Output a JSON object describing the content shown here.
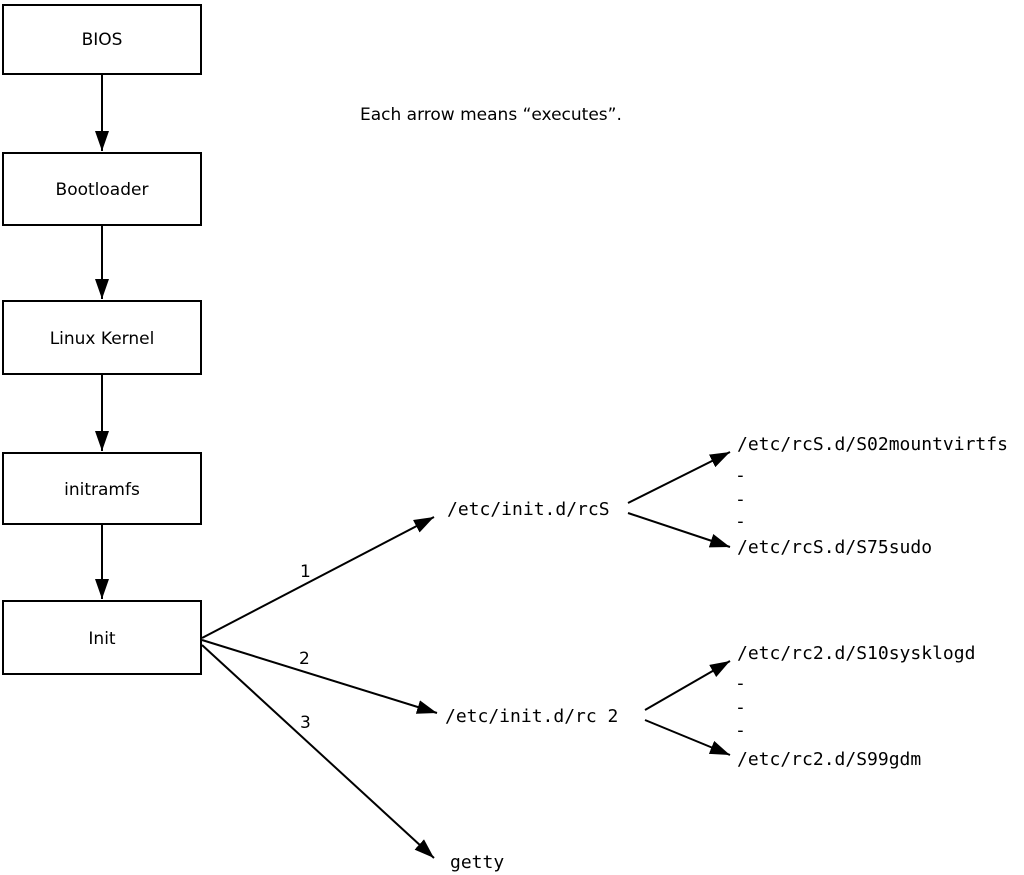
{
  "caption": "Each arrow means “executes”.",
  "boxes": [
    {
      "label": "BIOS"
    },
    {
      "label": "Bootloader"
    },
    {
      "label": "Linux Kernel"
    },
    {
      "label": "initramfs"
    },
    {
      "label": "Init"
    }
  ],
  "arrow_labels": {
    "one": "1",
    "two": "2",
    "three": "3"
  },
  "branches": {
    "rcS": {
      "label": "/etc/init.d/rcS",
      "children": [
        "/etc/rcS.d/S02mountvirtfs",
        "-",
        "-",
        "-",
        "/etc/rcS.d/S75sudo"
      ]
    },
    "rc2": {
      "label": "/etc/init.d/rc 2",
      "children": [
        "/etc/rc2.d/S10sysklogd",
        "-",
        "-",
        "-",
        "/etc/rc2.d/S99gdm"
      ]
    },
    "getty": {
      "label": "getty"
    }
  },
  "colors": {
    "line": "#000000",
    "background": "#ffffff"
  }
}
